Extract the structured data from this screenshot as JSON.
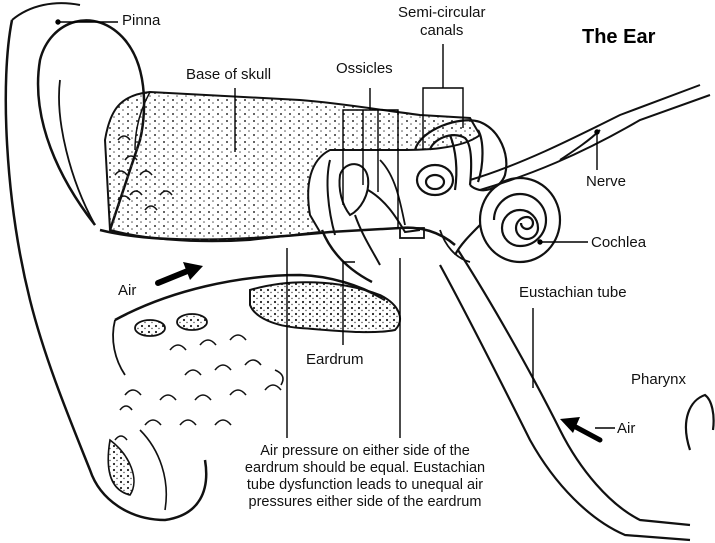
{
  "title": "The Ear",
  "labels": {
    "pinna": "Pinna",
    "base_of_skull": "Base of skull",
    "ossicles": "Ossicles",
    "semicircular_line1": "Semi-circular",
    "semicircular_line2": "canals",
    "nerve": "Nerve",
    "cochlea": "Cochlea",
    "air_outer": "Air",
    "eustachian_tube": "Eustachian tube",
    "eardrum": "Eardrum",
    "pharynx": "Pharynx",
    "air_tube": "Air"
  },
  "caption": [
    "Air pressure on either side of the",
    "eardrum should be equal. Eustachian",
    "tube dysfunction leads to unequal air",
    "pressures either side of the eardrum"
  ]
}
